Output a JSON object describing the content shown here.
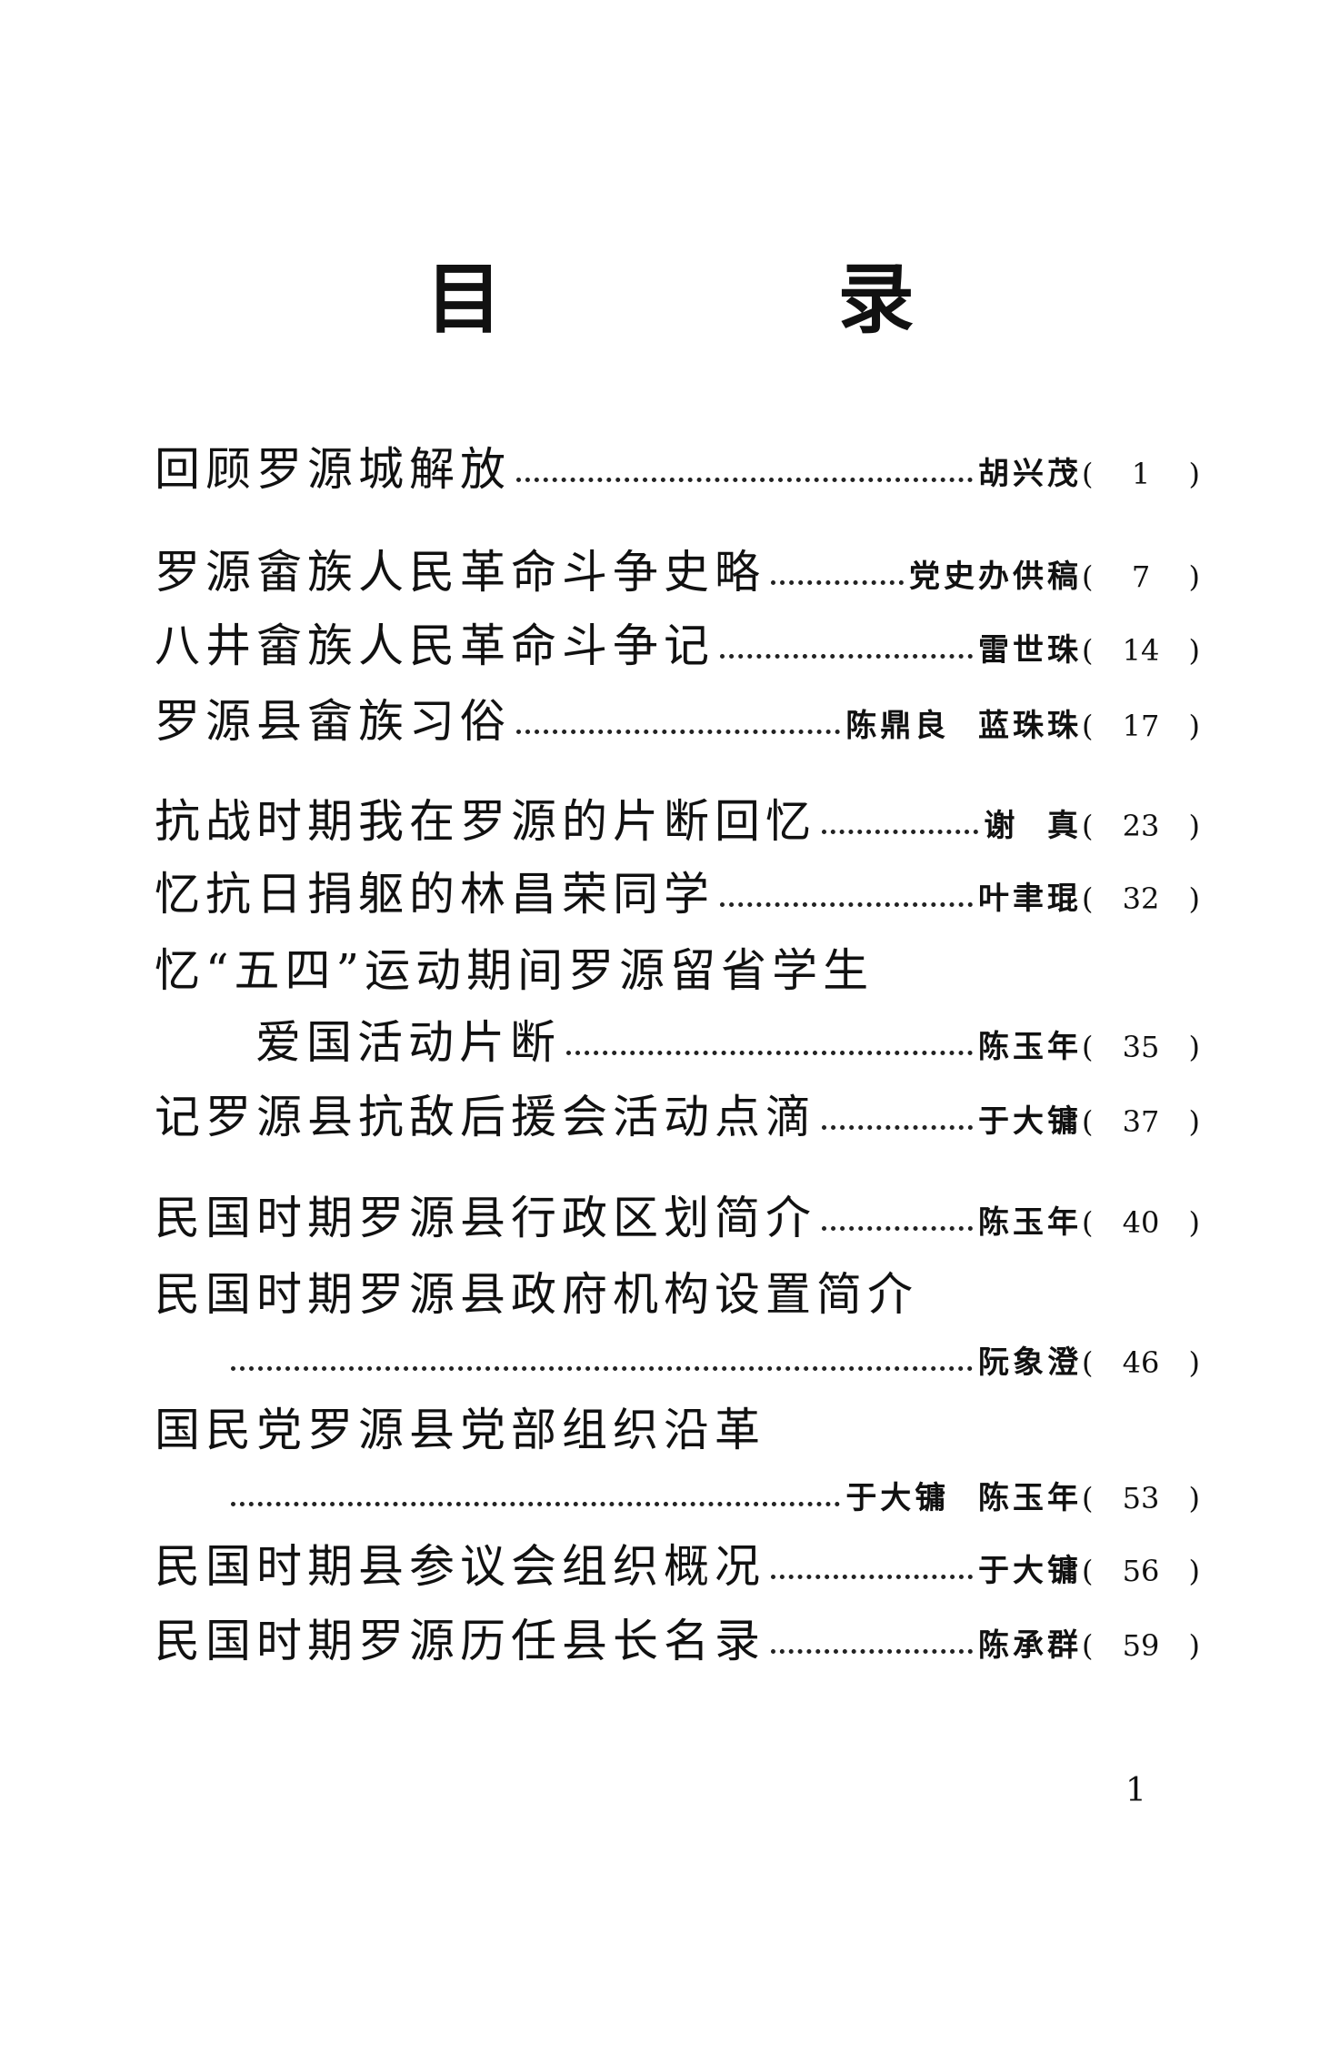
{
  "heading": "目 录",
  "entries": [
    {
      "title": "回顾罗源城解放",
      "author": "胡兴茂",
      "page": "1"
    },
    {
      "title": "罗源畲族人民革命斗争史略",
      "author": "党史办供稿",
      "page": "7"
    },
    {
      "title": "八井畲族人民革命斗争记",
      "author": "雷世珠",
      "page": "14"
    },
    {
      "title": "罗源县畲族习俗",
      "author": "陈鼎良  蓝珠珠",
      "page": "17"
    },
    {
      "title": "抗战时期我在罗源的片断回忆",
      "author": "谢  真",
      "page": "23"
    },
    {
      "title": "忆抗日捐躯的林昌荣同学",
      "author": "叶聿琨",
      "page": "32"
    },
    {
      "title": "忆“五四”运动期间罗源留省学生",
      "title2": "爱国活动片断",
      "author": "陈玉年",
      "page": "35"
    },
    {
      "title": "记罗源县抗敌后援会活动点滴",
      "author": "于大镛",
      "page": "37"
    },
    {
      "title": "民国时期罗源县行政区划简介",
      "author": "陈玉年",
      "page": "40"
    },
    {
      "title": "民国时期罗源县政府机构设置简介",
      "author": "阮象澄",
      "page": "46"
    },
    {
      "title": "国民党罗源县党部组织沿革",
      "author": "于大镛  陈玉年",
      "page": "53"
    },
    {
      "title": "民国时期县参议会组织概况",
      "author": "于大镛",
      "page": "56"
    },
    {
      "title": "民国时期罗源历任县长名录",
      "author": "陈承群",
      "page": "59"
    }
  ],
  "page_number": "1"
}
